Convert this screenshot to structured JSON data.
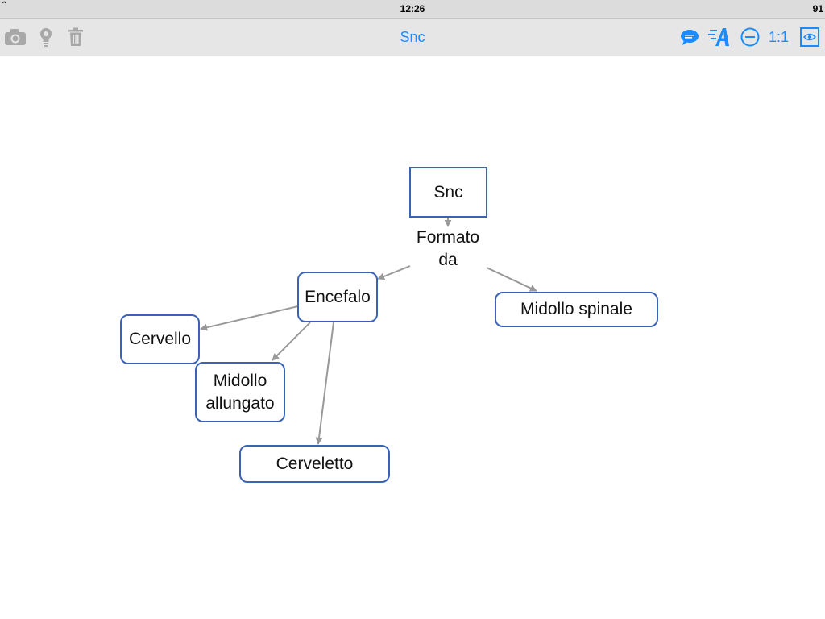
{
  "status_bar": {
    "time": "12:26",
    "battery": "91"
  },
  "toolbar": {
    "title": "Snc",
    "zoom_label": "1:1",
    "icons": [
      "camera-icon",
      "lightbulb-icon",
      "trash-icon",
      "comment-icon",
      "font-style-icon",
      "zoom-out-icon",
      "eye-icon"
    ],
    "accent_color": "#1a8cff",
    "disabled_color": "#a8a8a8"
  },
  "concept_map": {
    "root": "Snc",
    "linking_phrase": "Formato\nda",
    "nodes": {
      "encefalo": "Encefalo",
      "midollo_spinale": "Midollo spinale",
      "cervello": "Cervello",
      "midollo_allungato": "Midollo\nallungato",
      "cerveletto": "Cerveletto"
    },
    "node_border_color": "#3b63b5",
    "arrow_color": "#999999"
  }
}
